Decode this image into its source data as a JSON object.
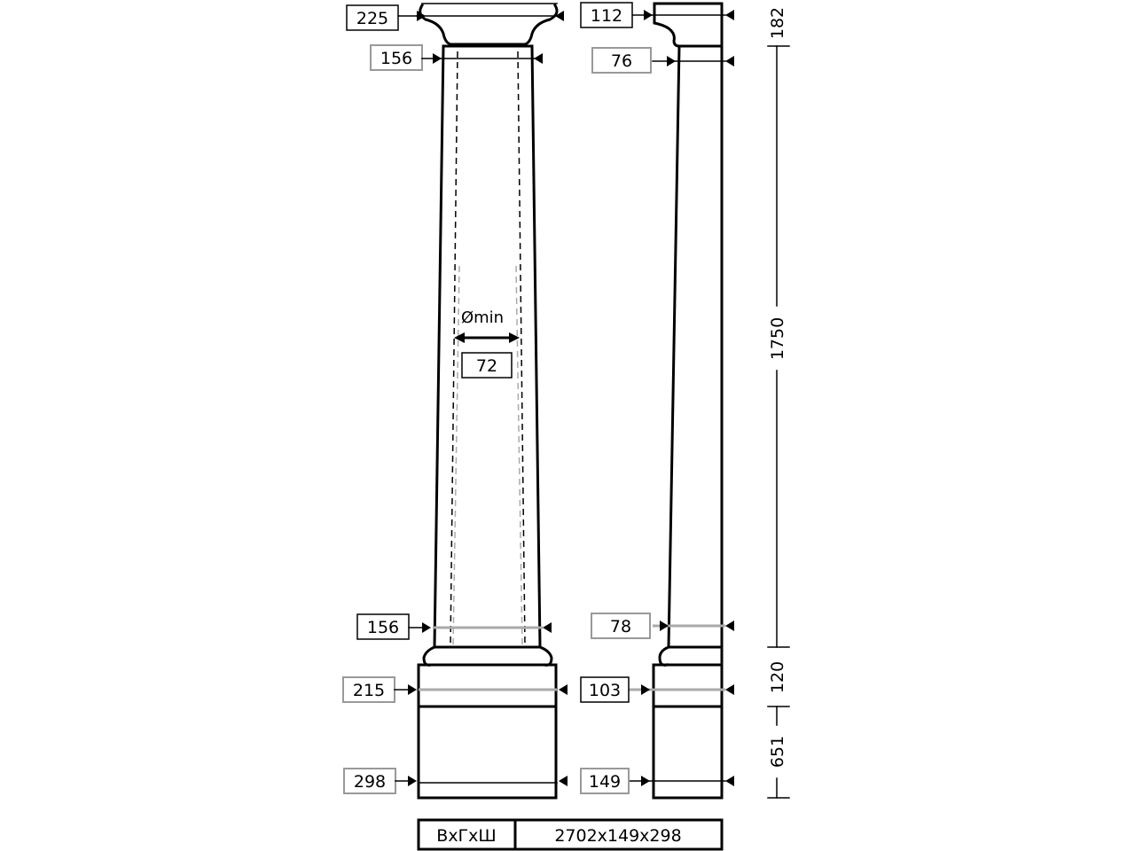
{
  "front_dims": {
    "top_width": "225",
    "neck_width": "156",
    "diameter_label": "Ømin",
    "diameter_value": "72",
    "bottom_neck_width": "156",
    "base_upper_width": "215",
    "base_width": "298"
  },
  "side_dims": {
    "top_width": "112",
    "neck_width": "76",
    "bottom_neck_width": "78",
    "base_upper_width": "103",
    "base_width": "149"
  },
  "height_dims": {
    "capital": "182",
    "shaft": "1750",
    "base_mold": "120",
    "plinth": "651"
  },
  "spec_table": {
    "label": "ВхГхШ",
    "value": "2702x149x298"
  }
}
